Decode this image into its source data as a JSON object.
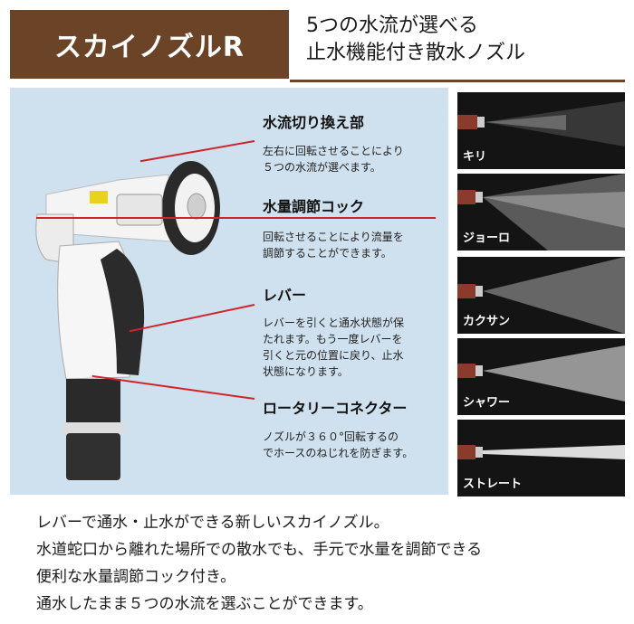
{
  "header": {
    "brand": "スカイノズルR",
    "tagline_line1": "5つの水流が選べる",
    "tagline_line2": "止水機能付き散水ノズル"
  },
  "features": [
    {
      "title": "水流切り換え部",
      "desc": [
        "左右に回転させることにより",
        "５つの水流が選べます。"
      ]
    },
    {
      "title": "水量調節コック",
      "desc": [
        "回転させることにより流量を",
        "調節することができます。"
      ]
    },
    {
      "title": "レバー",
      "desc": [
        "レバーを引くと通水状態が保",
        "たれます。もう一度レバーを",
        "引くと元の位置に戻り、止水",
        "状態になります。"
      ]
    },
    {
      "title": "ロータリーコネクター",
      "desc": [
        "ノズルが３６０°回転するの",
        "でホースのねじれを防ぎます。"
      ]
    }
  ],
  "patterns": [
    "キリ",
    "ジョーロ",
    "カクサン",
    "シャワー",
    "ストレート"
  ],
  "description": [
    "レバーで通水・止水ができる新しいスカイノズル。",
    "水道蛇口から離れた場所での散水でも、手元で水量を調節できる",
    "便利な水量調節コック付き。",
    "通水したまま５つの水流を選ぶことができます。"
  ],
  "colors": {
    "brand": "#6b4428",
    "callout": "#d2232a",
    "panel": "#cfe0ee"
  }
}
